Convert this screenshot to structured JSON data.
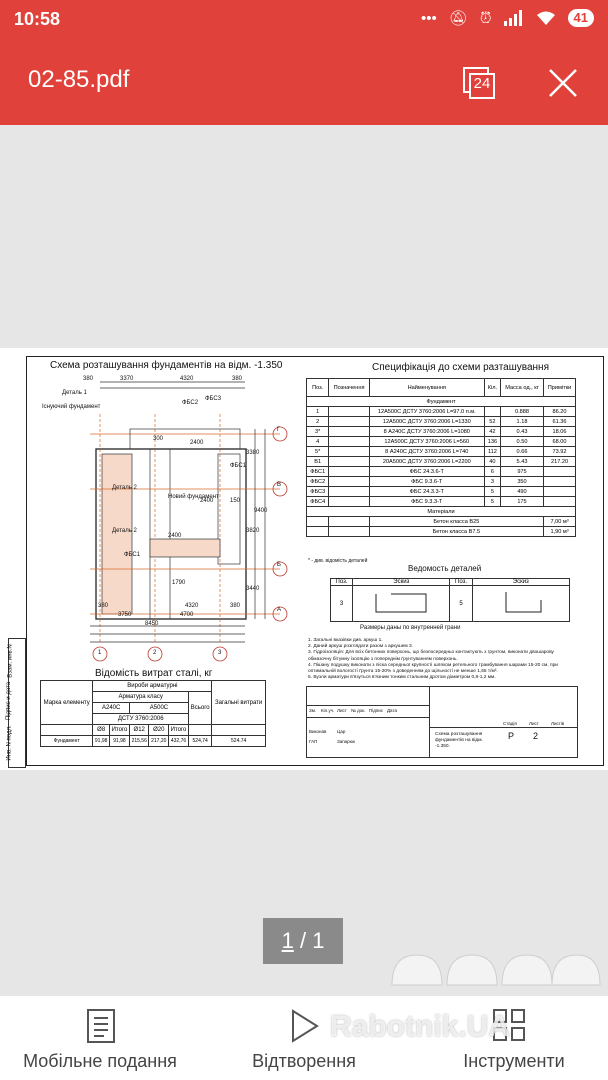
{
  "status_bar": {
    "time": "10:58",
    "battery": "41"
  },
  "app_bar": {
    "title": "02-85.pdf",
    "pages_count": "24"
  },
  "drawing": {
    "plan_title": "Схема розташування фундаментів на відм. -1.350",
    "spec_title": "Специфікація до схеми разташування",
    "spec_headers": [
      "Поз.",
      "Позначення",
      "Найменування",
      "Кіл.",
      "Масса од., кг",
      "Примітки"
    ],
    "spec_section_1": "Фундамент",
    "spec_rows": [
      [
        "1",
        "",
        "12А500С ДСТУ 3760:2006 L=97.0 п.м.",
        "",
        "0.888",
        "86.20"
      ],
      [
        "2",
        "",
        "12А500С ДСТУ 3760:2006 L=1330",
        "52",
        "1.18",
        "61.36"
      ],
      [
        "3*",
        "",
        "8 А240С ДСТУ 3760:2006 L=1080",
        "42",
        "0.43",
        "18.06"
      ],
      [
        "4",
        "",
        "12А500С ДСТУ 3760:2006 L=560",
        "136",
        "0.50",
        "68.00"
      ],
      [
        "5*",
        "",
        "8 А240С ДСТУ 3760:2006 L=740",
        "112",
        "0.66",
        "73.92"
      ],
      [
        "В1",
        "",
        "20А500С ДСТУ 3760:2006 L=2200",
        "40",
        "5.43",
        "217.20"
      ],
      [
        "ФБС1",
        "",
        "ФБС 24.3.6-Т",
        "6",
        "975",
        ""
      ],
      [
        "ФБС2",
        "",
        "ФБС 9.3.6-Т",
        "3",
        "350",
        ""
      ],
      [
        "ФБС3",
        "",
        "ФБС 24.3.3-Т",
        "5",
        "490",
        ""
      ],
      [
        "ФБС4",
        "",
        "ФБС 9.3.3-Т",
        "5",
        "175",
        ""
      ]
    ],
    "spec_section_2": "Матеріали",
    "spec_materials": [
      [
        "Бетон класса В25",
        "7,00 м³"
      ],
      [
        "Бетон класса В7.5",
        "1,90 м³"
      ]
    ],
    "spec_note": "* - див. відомість деталей",
    "details_title": "Ведомость деталей",
    "details_headers": [
      "Поз.",
      "Эскиз",
      "Поз.",
      "Эскиз"
    ],
    "details_row": [
      "3",
      "5"
    ],
    "details_note": "Размеры даны по внутренней грани",
    "notes": [
      "1. Загальні вказівки див. аркуш 1.",
      "2. Даний аркуш розглядати разом з аркушем 3.",
      "3. Гідроізоляція: Для всіх бетонних поверхонь, що безпосередньо контактують з грунтом, виконати двошарову обмазочну бітумну ізоляцію з попереднім ґрунтуванням поверхонь.",
      "4. Пішану подушку виконати з піска середньої крупності шляхом ретельного трамбування шарами 15-20 см, при оптимальній вологості ґрунта 15-20% з доведенням до щільності не менше 1,65 т/м³.",
      "5. Вузли арматури в'язуться в'язним тонким стальним дротом діаметром 0,8-1,2 мм."
    ],
    "steel_title": "Відомість витрат сталі, кг",
    "steel": {
      "c1": "Марка елементу",
      "c2": "Вироби арматурні",
      "c3": "Арматура класу",
      "a240": "А240С",
      "a500": "А500С",
      "dstu": "ДСТУ 3760:2006",
      "d8": "Ø8",
      "itogo1": "Итого",
      "d12": "Ø12",
      "d20": "Ø20",
      "itogo2": "Итого",
      "vsogo": "Всього",
      "total": "Загальні витрати",
      "row": [
        "Фундамент",
        "91,98",
        "91,98",
        "215,56",
        "217,20",
        "432,76",
        "524,74",
        "524.74"
      ]
    },
    "stamp": {
      "cols": [
        "Зм.",
        "Кіл.уч.",
        "Лист",
        "№ док.",
        "Підпис",
        "Дата"
      ],
      "r1": "Виконав",
      "r1v": "Цар",
      "r2": "ГАП",
      "r2v": "Запарюк",
      "stage": "Стадія",
      "sheet": "Лист",
      "sheets": "Листів",
      "stage_v": "Р",
      "sheet_v": "2",
      "caption": "Схема розташування фундаментів на відм. -1.350."
    },
    "side_labels": [
      "Взам. инв.N",
      "Підпис и дата",
      "Инв. N подл."
    ],
    "plan_labels": {
      "dims_top": [
        "380",
        "3370",
        "4320",
        "380"
      ],
      "dims_bottom": [
        "380",
        "4320",
        "380"
      ],
      "dim_row_2": [
        "3750",
        "4700"
      ],
      "dim_total": "8450",
      "right_dims": [
        "3380",
        "9400",
        "3820",
        "3440"
      ],
      "axes_v": [
        "1",
        "2",
        "3"
      ],
      "axes_h": [
        "Г",
        "В",
        "Б",
        "А"
      ],
      "tags": [
        "Деталь 1",
        "Існуючий фундамент",
        "ФБС2",
        "ФБС3",
        "ФБС1",
        "Деталь 2",
        "Новий фундамент",
        "Деталь 2",
        "ФБС1",
        "2400",
        "2400",
        "2400",
        "300",
        "150",
        "1790"
      ]
    }
  },
  "pager": {
    "current": "1",
    "sep": "/",
    "total": "1"
  },
  "bottom_nav": [
    {
      "label": "Мобільне подання"
    },
    {
      "label": "Відтворення"
    },
    {
      "label": "Інструменти"
    }
  ],
  "watermark": "Rabotnik.UA"
}
